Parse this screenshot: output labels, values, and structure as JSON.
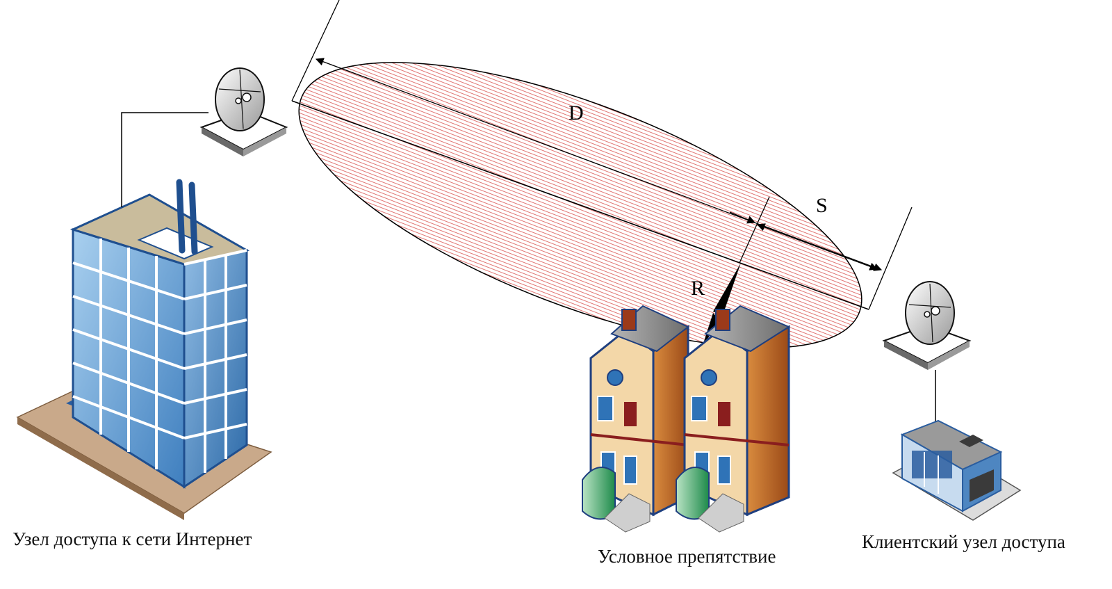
{
  "labels": {
    "access_node": "Узел доступа к сети Интернет",
    "obstacle": "Условное препятствие",
    "client_node": "Клиентский узел доступа"
  },
  "dimensions": {
    "d": "D",
    "s": "S",
    "r": "R"
  },
  "colors": {
    "hatch": "#d9534f",
    "line": "#000000",
    "glass": "#6fa8d6",
    "frame": "#2a5d9f",
    "roof": "#8a8a8a",
    "house_wall": "#c46a2a"
  }
}
